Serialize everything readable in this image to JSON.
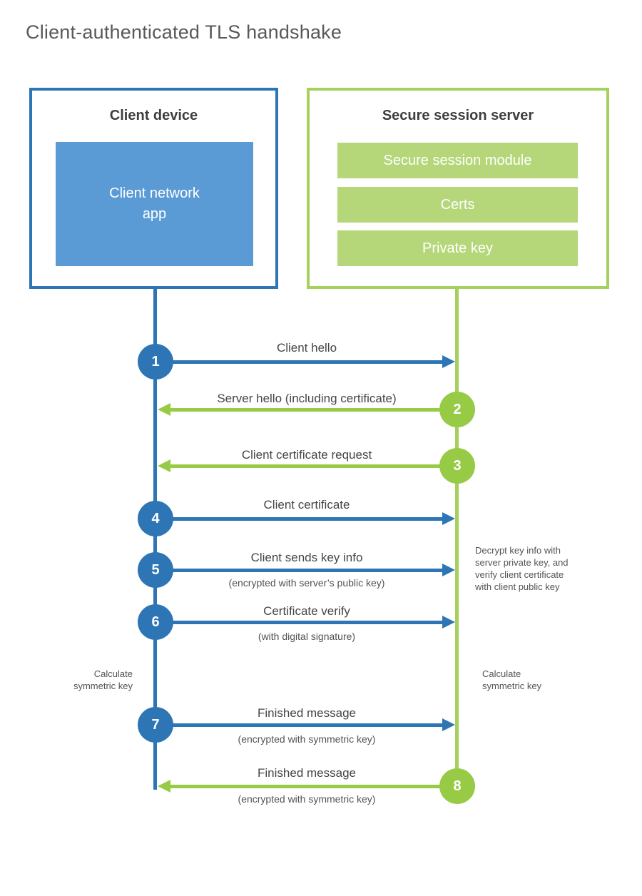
{
  "title": "Client-authenticated TLS handshake",
  "colors": {
    "blue_accent": "#2e75b6",
    "blue_fill": "#5b9bd5",
    "green_accent": "#97ca45",
    "green_border": "#a6d05e",
    "green_fill": "#b5d77a",
    "title_text": "#58595b",
    "label_text": "#454547"
  },
  "client": {
    "title": "Client device",
    "app_label": "Client network app"
  },
  "server": {
    "title": "Secure session server",
    "modules": [
      "Secure session module",
      "Certs",
      "Private key"
    ]
  },
  "messages": [
    {
      "step": "1",
      "from": "client",
      "label": "Client hello",
      "sublabel": ""
    },
    {
      "step": "2",
      "from": "server",
      "label": "Server hello (including certificate)",
      "sublabel": ""
    },
    {
      "step": "3",
      "from": "server",
      "label": "Client certificate request",
      "sublabel": ""
    },
    {
      "step": "4",
      "from": "client",
      "label": "Client certificate",
      "sublabel": ""
    },
    {
      "step": "5",
      "from": "client",
      "label": "Client sends key info",
      "sublabel": "(encrypted with server’s public key)"
    },
    {
      "step": "6",
      "from": "client",
      "label": "Certificate verify",
      "sublabel": "(with digital signature)"
    },
    {
      "step": "7",
      "from": "client",
      "label": "Finished message",
      "sublabel": "(encrypted with symmetric key)"
    },
    {
      "step": "8",
      "from": "server",
      "label": "Finished message",
      "sublabel": "(encrypted with symmetric key)"
    }
  ],
  "annotations": {
    "decrypt_note": {
      "lines": [
        "Decrypt key info with",
        "server private key, and",
        "verify client certificate",
        "with client public key"
      ]
    },
    "calc_left": {
      "lines": [
        "Calculate",
        "symmetric key"
      ]
    },
    "calc_right": {
      "lines": [
        "Calculate",
        "symmetric key"
      ]
    }
  }
}
